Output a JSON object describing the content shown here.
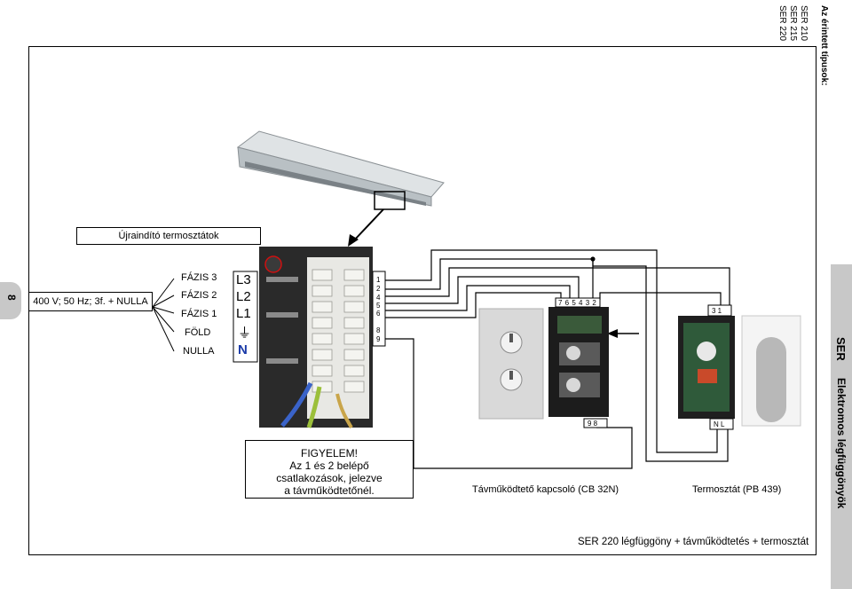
{
  "page_number": "8",
  "affected_types": {
    "heading": "Az érintett típusok:",
    "models": [
      "SER 210",
      "SER 215",
      "SER 220"
    ]
  },
  "side_band": {
    "brand": "SER",
    "category": "Elektromos légfüggönyök"
  },
  "restart_thermostats_label": "Újraindító termosztátok",
  "supply_label": "400 V; 50 Hz; 3f. + NULLA",
  "phase_labels": [
    "FÁZIS 3",
    "FÁZIS 2",
    "FÁZIS 1",
    "FÖLD",
    "NULLA"
  ],
  "terminal_symbols": [
    "L3",
    "L2",
    "L1",
    "⏚",
    "N"
  ],
  "terminal_numbers": [
    "1",
    "2",
    "4",
    "5",
    "6",
    "8",
    "9"
  ],
  "warning": {
    "title": "FIGYELEM!",
    "line1": "Az 1 és 2 belépő",
    "line2": "csatlakozások, jelezve",
    "line3": "a távműködtetőnél."
  },
  "remote_switch": {
    "caption": "Távműködtető kapcsoló (CB 32N)",
    "top_terminals": "7 6 5 4 3 2",
    "bottom_terminals": "9 8"
  },
  "thermostat": {
    "caption": "Termosztát (PB 439)",
    "top_terminals": "3 1",
    "bottom_terminals": "N L"
  },
  "footer_caption": "SER 220 légfüggöny + távműködtetés + termosztát",
  "colors": {
    "band_gray": "#c8c8c8",
    "wire_blue": "#3a63c9",
    "wire_yellow_green": "#9bbf3a",
    "device_black": "#1c1c1c",
    "panel_gray": "#d9d9d9"
  }
}
